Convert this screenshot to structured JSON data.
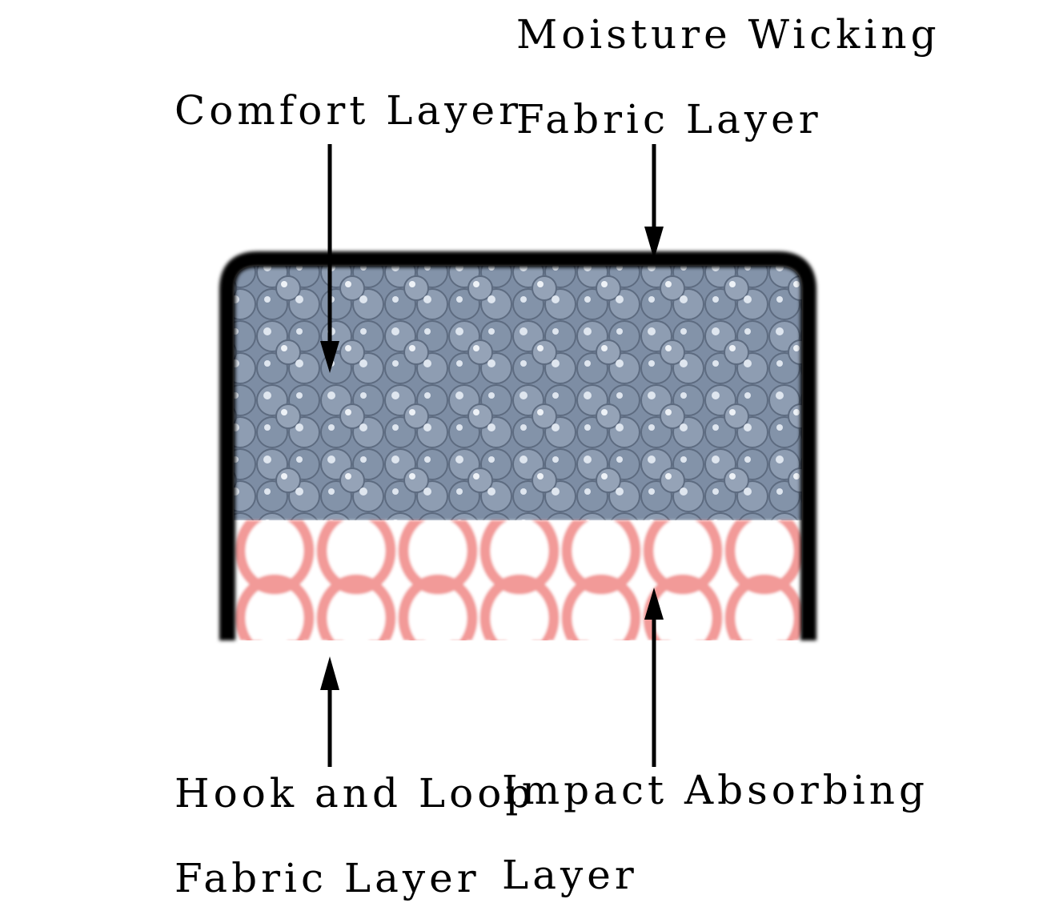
{
  "labels": {
    "moisture_wicking_line1": "Moisture Wicking",
    "moisture_wicking_line2": "Fabric Layer",
    "comfort_layer": "Comfort Layer",
    "hook_loop_line1": "Hook and Loop",
    "hook_loop_line2": "Fabric Layer",
    "impact_line1": "Impact Absorbing",
    "impact_line2": "Layer"
  },
  "colors": {
    "outer_border": "#000000",
    "comfort_fill": "#8595aa",
    "comfort_highlight": "#dfe6ef",
    "impact_mesh": "#f29a98",
    "base_bar": "#8a8585",
    "arrows": "#000000"
  }
}
